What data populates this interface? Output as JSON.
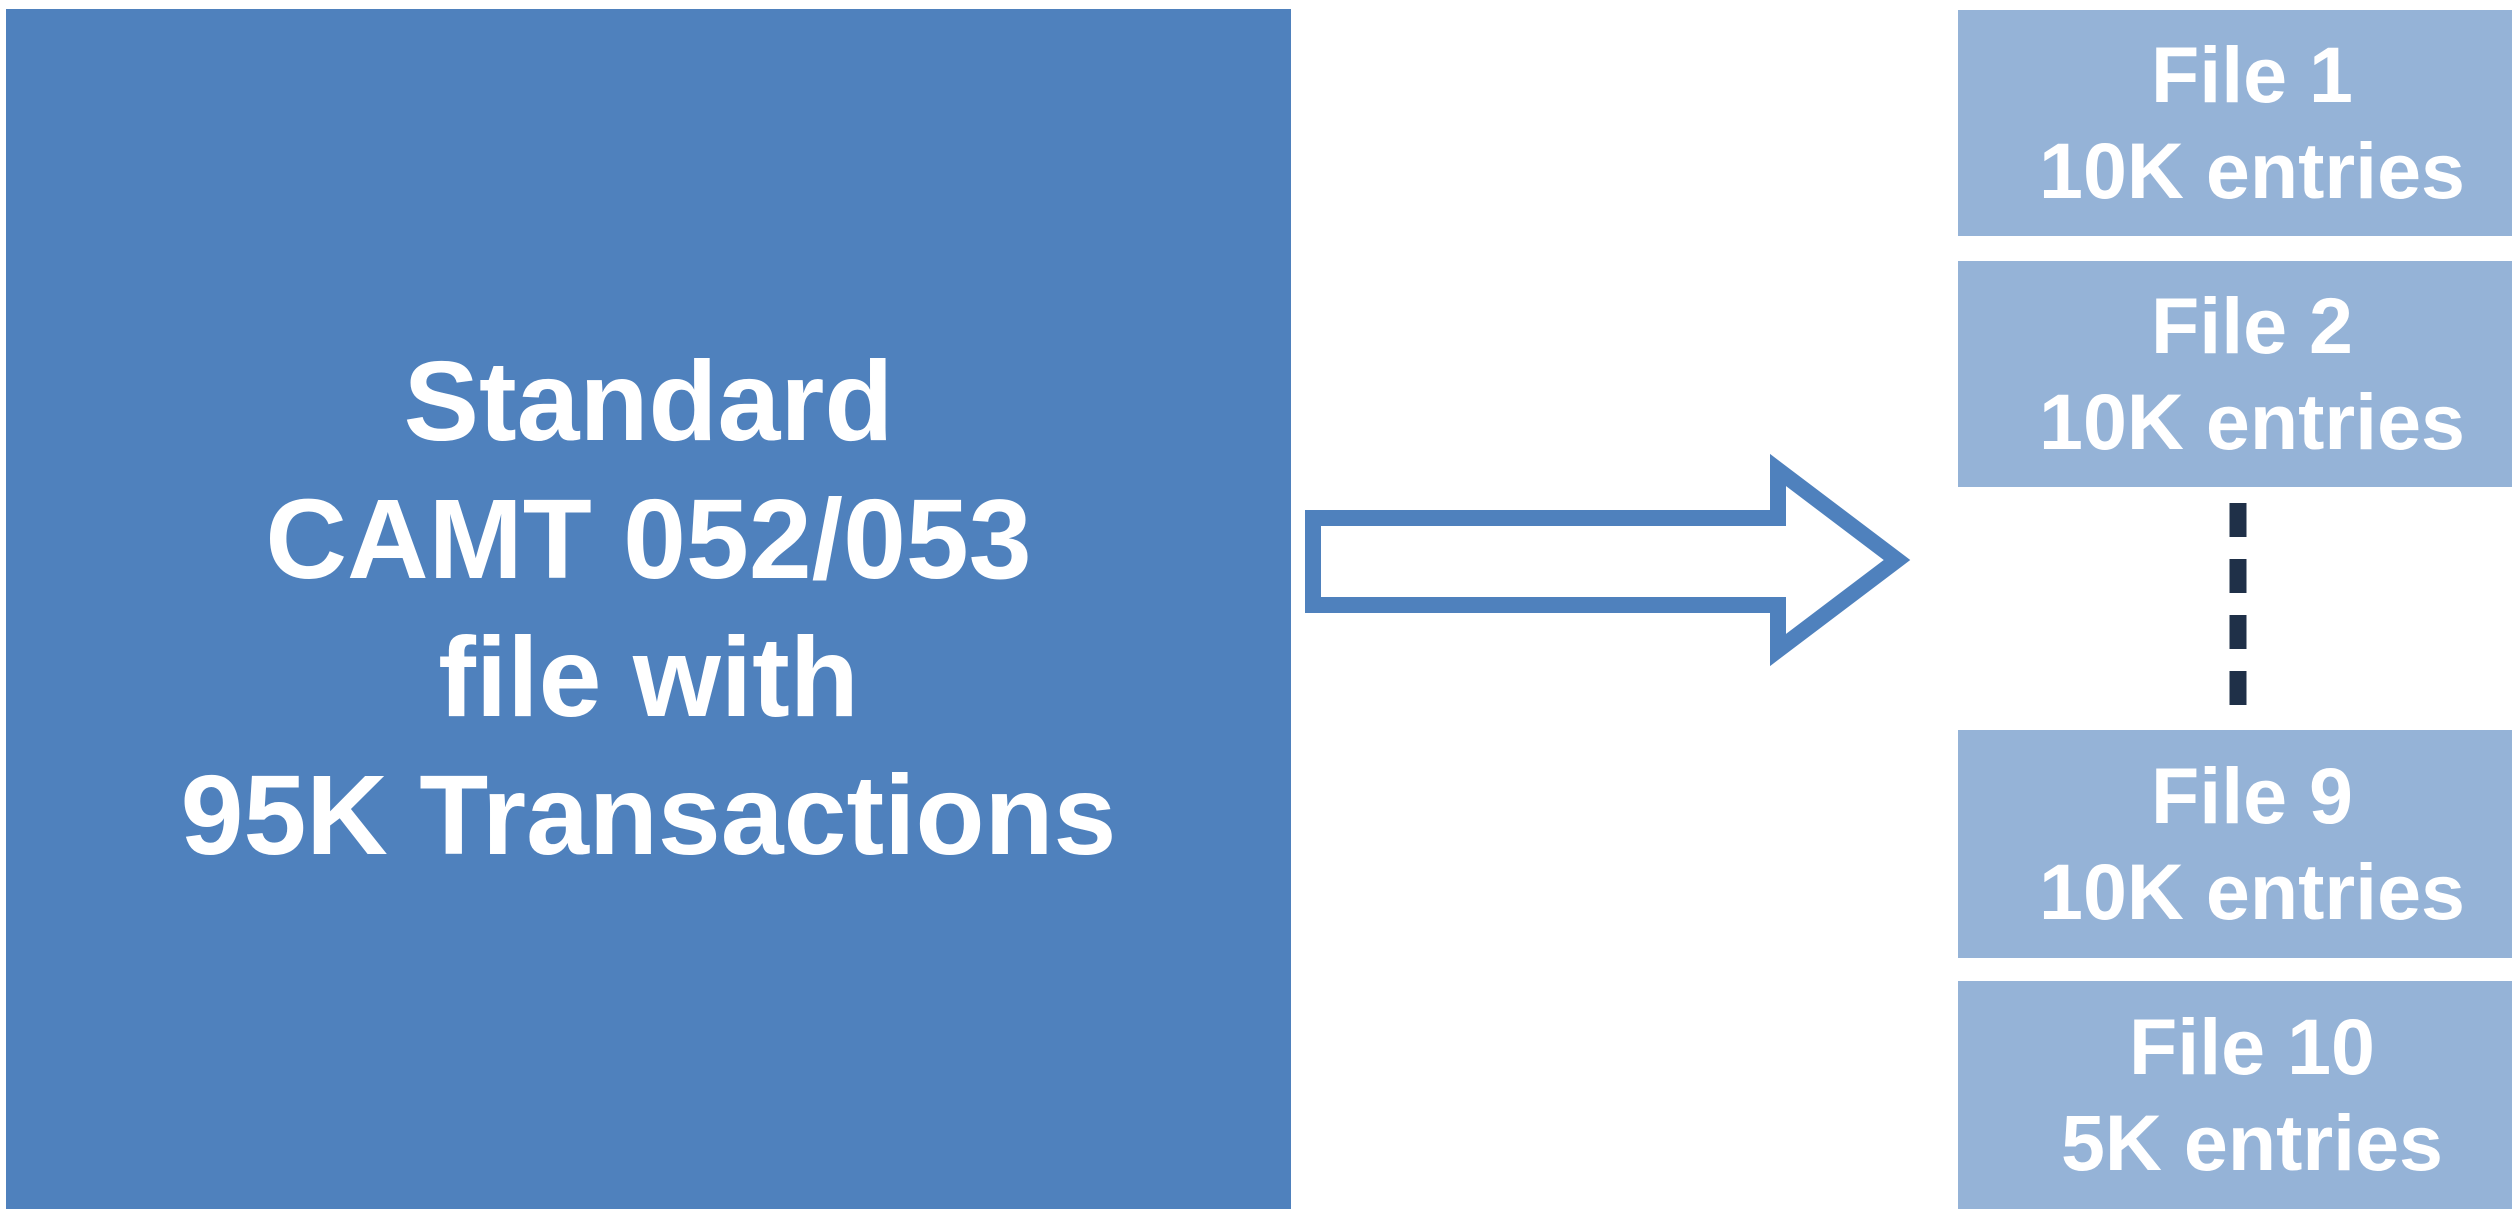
{
  "diagram": {
    "type": "process-flow",
    "source": {
      "label_lines": [
        "Standard",
        "CAMT 052/053",
        "file with",
        "95K Transactions"
      ],
      "fill_color": "#4F81BD",
      "text_color": "#FFFFFF"
    },
    "connector": {
      "icon": "right-block-arrow",
      "outline_color": "#4F81BD",
      "fill_color": "#FFFFFF"
    },
    "outputs": {
      "fill_color": "#95B3D7",
      "text_color": "#FFFFFF",
      "items": [
        {
          "title": "File 1",
          "detail": "10K entries"
        },
        {
          "title": "File 2",
          "detail": "10K entries"
        },
        {
          "title": "File 9",
          "detail": "10K entries"
        },
        {
          "title": "File 10",
          "detail": "5K entries"
        }
      ],
      "ellipsis": {
        "icon": "vertical-dashed-ellipsis",
        "color": "#1F3048"
      }
    }
  }
}
